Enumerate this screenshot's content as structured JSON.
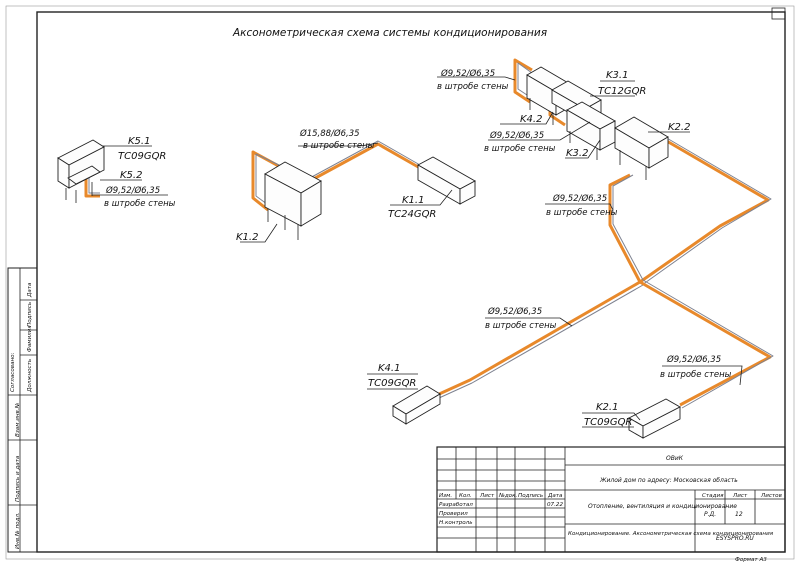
{
  "drawing": {
    "title": "Аксонометрическая схема системы кондиционирования"
  },
  "units": {
    "k5_1": {
      "id": "K5.1",
      "model": "TC09GQR"
    },
    "k5_2": {
      "id": "K5.2"
    },
    "k1_2": {
      "id": "K1.2"
    },
    "k1_1": {
      "id": "K1.1",
      "model": "TC24GQR"
    },
    "k3_1": {
      "id": "K3.1",
      "model": "TC12GQR"
    },
    "k4_2": {
      "id": "K4.2"
    },
    "k3_2": {
      "id": "K3.2"
    },
    "k2_2": {
      "id": "K2.2"
    },
    "k4_1": {
      "id": "K4.1",
      "model": "TC09GQR"
    },
    "k2_1": {
      "id": "K2.1",
      "model": "TC09GQR"
    }
  },
  "pipe_labels": {
    "k5": {
      "spec": "Ø9,52/Ø6,35",
      "note": "в штробе стены"
    },
    "k1": {
      "spec": "Ø15,88/Ø6,35",
      "note": "в штробе стены"
    },
    "k3_top": {
      "spec": "Ø9,52/Ø6,35",
      "note": "в штробе стены"
    },
    "k4_2": {
      "spec": "Ø9,52/Ø6,35",
      "note": "в штробе стены"
    },
    "k2_riser": {
      "spec": "Ø9,52/Ø6,35",
      "note": "в штробе стены"
    },
    "k4_1": {
      "spec": "Ø9,52/Ø6,35",
      "note": "в штробе стены"
    },
    "k2_1": {
      "spec": "Ø9,52/Ø6,35",
      "note": "в штробе стены"
    }
  },
  "side_stamp": {
    "col1": "Согласовано:",
    "col2_1": "Должность",
    "col2_2": "Фамилия",
    "col2_3": "Подпись",
    "col2_4": "Дата",
    "inv_sub": "Взам.инв.№",
    "sign_date": "Подпись и дата",
    "inv_orig": "Инв.№ подл."
  },
  "title_block": {
    "section": "ОВиК",
    "object": "Жилой дом по адресу: Московская область",
    "system": "Отопление, вентиляция и кондиционирование",
    "sheet_title": "Кондиционирование. Аксонометрическая схема кондиционирования",
    "company": "ESYSPRO.RU",
    "col_izm": "Изм.",
    "col_kol": "Кол.",
    "col_list": "Лист",
    "col_ndok": "№док.",
    "col_podpis": "Подпись",
    "col_data": "Дата",
    "row_razrab": "Разработал",
    "row_proveril": "Проверил",
    "row_nkontr": "Н.контроль",
    "date": "07.22",
    "stage_hdr": "Стадия",
    "sheet_hdr": "Лист",
    "sheets_hdr": "Листов",
    "stage": "Р.Д.",
    "sheet": "12",
    "sheets": "",
    "format": "Формат А3"
  }
}
